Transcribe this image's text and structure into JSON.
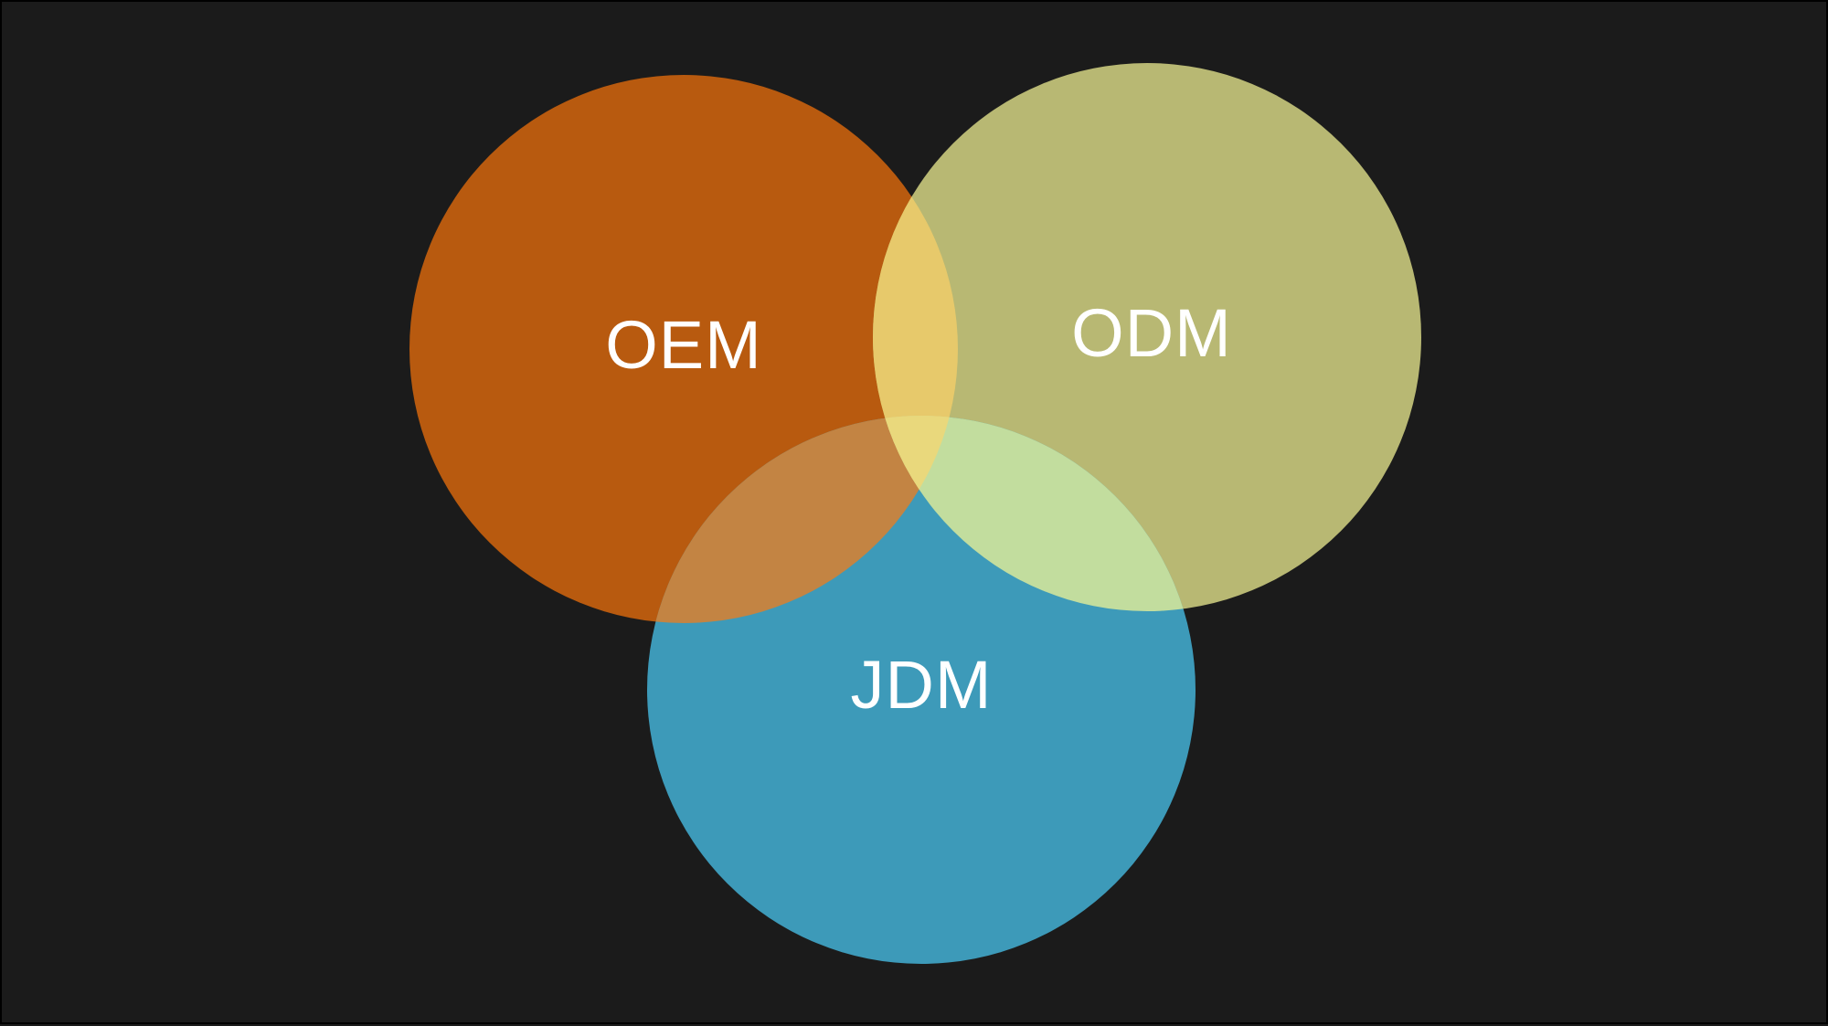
{
  "venn": {
    "sets": [
      {
        "id": "oem",
        "label": "OEM",
        "color": "#b85a0f"
      },
      {
        "id": "odm",
        "label": "ODM",
        "color": "#b8b873"
      },
      {
        "id": "jdm",
        "label": "JDM",
        "color": "#3d9ab9"
      }
    ],
    "overlap_colors": {
      "oem_odm": "#e7c96b",
      "oem_jdm": "#c38443",
      "odm_jdm": "#c2dd9e",
      "oem_odm_jdm": "#e9d87c"
    },
    "background": "#1b1b1b"
  }
}
